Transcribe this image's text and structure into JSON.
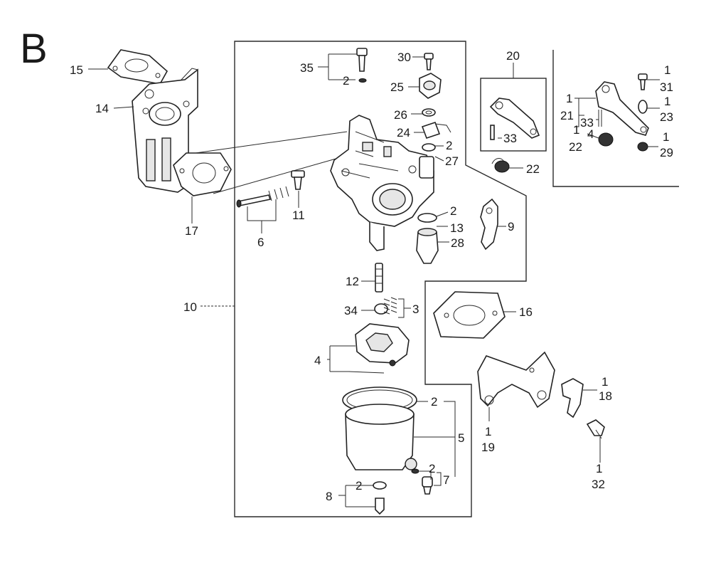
{
  "section_letter": "B",
  "callouts": {
    "n1": "1",
    "n2": "2",
    "n3": "3",
    "n4": "4",
    "n5": "5",
    "n6": "6",
    "n7": "7",
    "n8": "8",
    "n9": "9",
    "n10": "10",
    "n11": "11",
    "n12": "12",
    "n13": "13",
    "n14": "14",
    "n15": "15",
    "n16": "16",
    "n17": "17",
    "n18": "18",
    "n19": "19",
    "n20": "20",
    "n21": "21",
    "n22": "22",
    "n23": "23",
    "n24": "24",
    "n25": "25",
    "n26": "26",
    "n27": "27",
    "n28": "28",
    "n29": "29",
    "n30": "30",
    "n31": "31",
    "n32": "32",
    "n33": "33",
    "n34": "34",
    "n35": "35"
  }
}
